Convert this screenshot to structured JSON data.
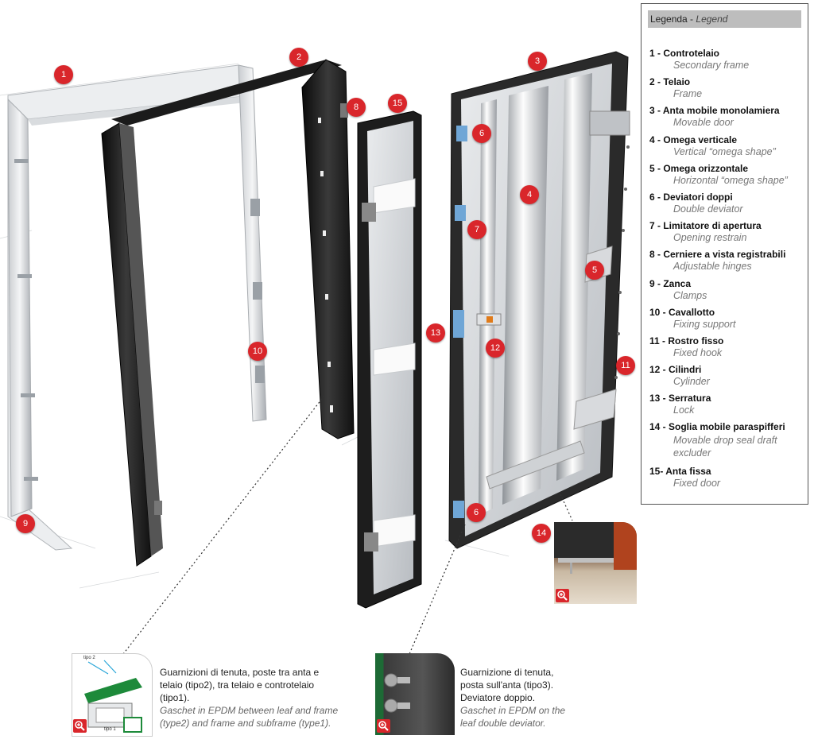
{
  "legend": {
    "title_it": "Legenda",
    "title_sep": " - ",
    "title_en": "Legend",
    "items": [
      {
        "num": "1",
        "it": "Controtelaio",
        "en": "Secondary frame"
      },
      {
        "num": "2",
        "it": "Telaio",
        "en": "Frame"
      },
      {
        "num": "3",
        "it": "Anta mobile monolamiera",
        "en": "Movable door"
      },
      {
        "num": "4",
        "it": "Omega verticale",
        "en": "Vertical “omega shape”"
      },
      {
        "num": "5",
        "it": "Omega orizzontale",
        "en": "Horizontal “omega shape”"
      },
      {
        "num": "6",
        "it": "Deviatori doppi",
        "en": "Double deviator"
      },
      {
        "num": "7",
        "it": "Limitatore di apertura",
        "en": "Opening restrain"
      },
      {
        "num": "8",
        "it": "Cerniere a vista registrabili",
        "en": "Adjustable hinges"
      },
      {
        "num": "9",
        "it": "Zanca",
        "en": "Clamps"
      },
      {
        "num": "10",
        "it": "Cavallotto",
        "en": "Fixing support"
      },
      {
        "num": "11",
        "it": "Rostro fisso",
        "en": "Fixed hook"
      },
      {
        "num": "12",
        "it": "Cilindri",
        "en": "Cylinder"
      },
      {
        "num": "13",
        "it": "Serratura",
        "en": "Lock"
      },
      {
        "num": "14",
        "it": "Soglia mobile paraspifferi",
        "en": "Movable drop seal draft excluder"
      },
      {
        "num": "15",
        "it": "Anta fissa",
        "en": "Fixed door"
      }
    ]
  },
  "legend_lines": [
    "1   - Controtelaio",
    "2   - Telaio",
    "3   - Anta mobile monolamiera",
    "4   - Omega verticale",
    "5   - Omega orizzontale",
    "6   - Deviatori doppi",
    "7   - Limitatore di apertura",
    "8   - Cerniere a vista registrabili",
    "9   - Zanca",
    "10 - Cavallotto",
    "11 - Rostro fisso",
    "12 - Cilindri",
    "13 - Serratura",
    "14 - Soglia mobile paraspifferi",
    "15- Anta fissa"
  ],
  "badges": [
    "1",
    "2",
    "3",
    "4",
    "5",
    "6",
    "7",
    "8",
    "9",
    "10",
    "11",
    "12",
    "13",
    "14",
    "15",
    "6"
  ],
  "captions": {
    "left_it": [
      "Guarnizioni di tenuta, poste tra anta e",
      "telaio (tipo2), tra telaio e controtelaio",
      "(tipo1)."
    ],
    "left_en": [
      "Gaschet in EPDM between leaf and frame",
      "(type2) and frame and subframe (type1)."
    ],
    "right_it": [
      "Guarnizione di tenuta,",
      "posta sull'anta (tipo3).",
      "Deviatore doppio."
    ],
    "right_en": [
      "Gaschet in EPDM on the",
      "leaf double deviator."
    ]
  },
  "inset_labels": {
    "tipo2": "tipo 2",
    "tipo1": "tipo 1"
  },
  "colors": {
    "badge": "#d9262b",
    "legend_border": "#555555",
    "legend_header": "#bdbdbd"
  }
}
